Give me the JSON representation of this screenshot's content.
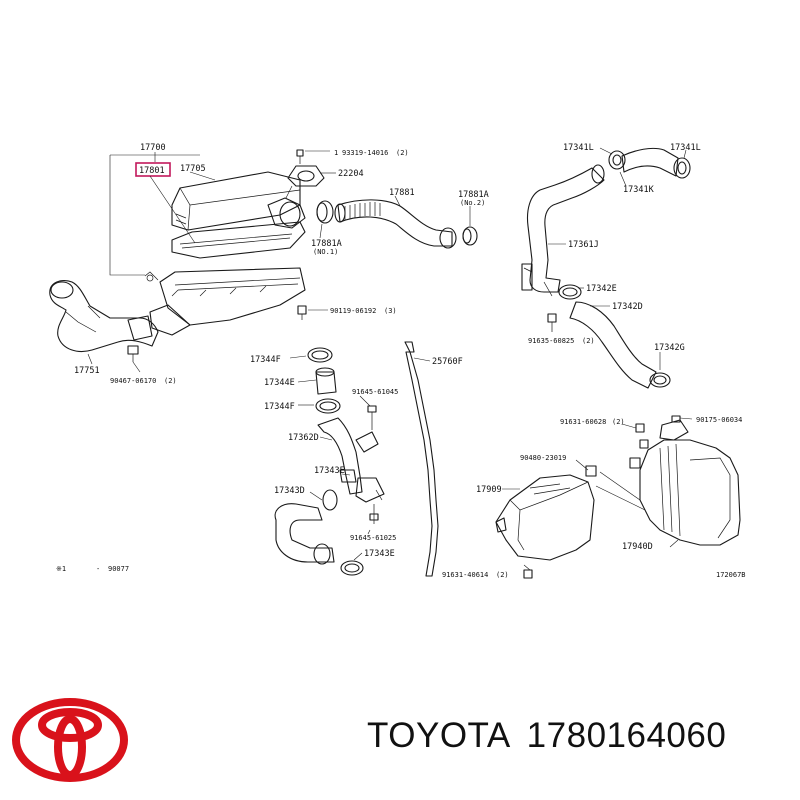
{
  "labels": {
    "l17700": "17700",
    "l17801": "17801",
    "l17705": "17705",
    "l93319": "93319-14016",
    "l93319q": "(2)",
    "l93319n": "1",
    "l22204": "22204",
    "l17881": "17881",
    "l17881A_top": "17881A",
    "l17881A_top_q": "(No.2)",
    "l17881A": "17881A",
    "l17881A_q": "(NO.1)",
    "l17751": "17751",
    "l90467": "90467-06170",
    "l90467q": "(2)",
    "l90119": "90119-06192",
    "l90119q": "(3)",
    "l17344F_a": "17344F",
    "l17344E": "17344E",
    "l17344F_b": "17344F",
    "l91645_a": "91645-61045",
    "l25760F": "25760F",
    "l17362D": "17362D",
    "l17343E_a": "17343E",
    "l17343D": "17343D",
    "l91645_b": "91645-61025",
    "l17343E_b": "17343E",
    "l17341L_a": "17341L",
    "l17341L_b": "17341L",
    "l17341K": "17341K",
    "l17361J": "17361J",
    "l17342E": "17342E",
    "l17342D": "17342D",
    "l91635": "91635-60825",
    "l91635q": "(2)",
    "l17342G": "17342G",
    "l91631_a": "91631-60628",
    "l91631_aq": "(2)",
    "l90175": "90175-06034",
    "l90480": "90480-23019",
    "l17909": "17909",
    "l17940D": "17940D",
    "l91631_b": "91631-40614",
    "l91631_bq": "(2)",
    "note_mark": "※1",
    "note_dash": "-",
    "note_code": "90077",
    "diagram_code": "172067B"
  },
  "brand": {
    "name": "TOYOTA",
    "part_number": "1780164060",
    "logo_color": "#d9121b",
    "highlight_color": "#c2185b"
  }
}
